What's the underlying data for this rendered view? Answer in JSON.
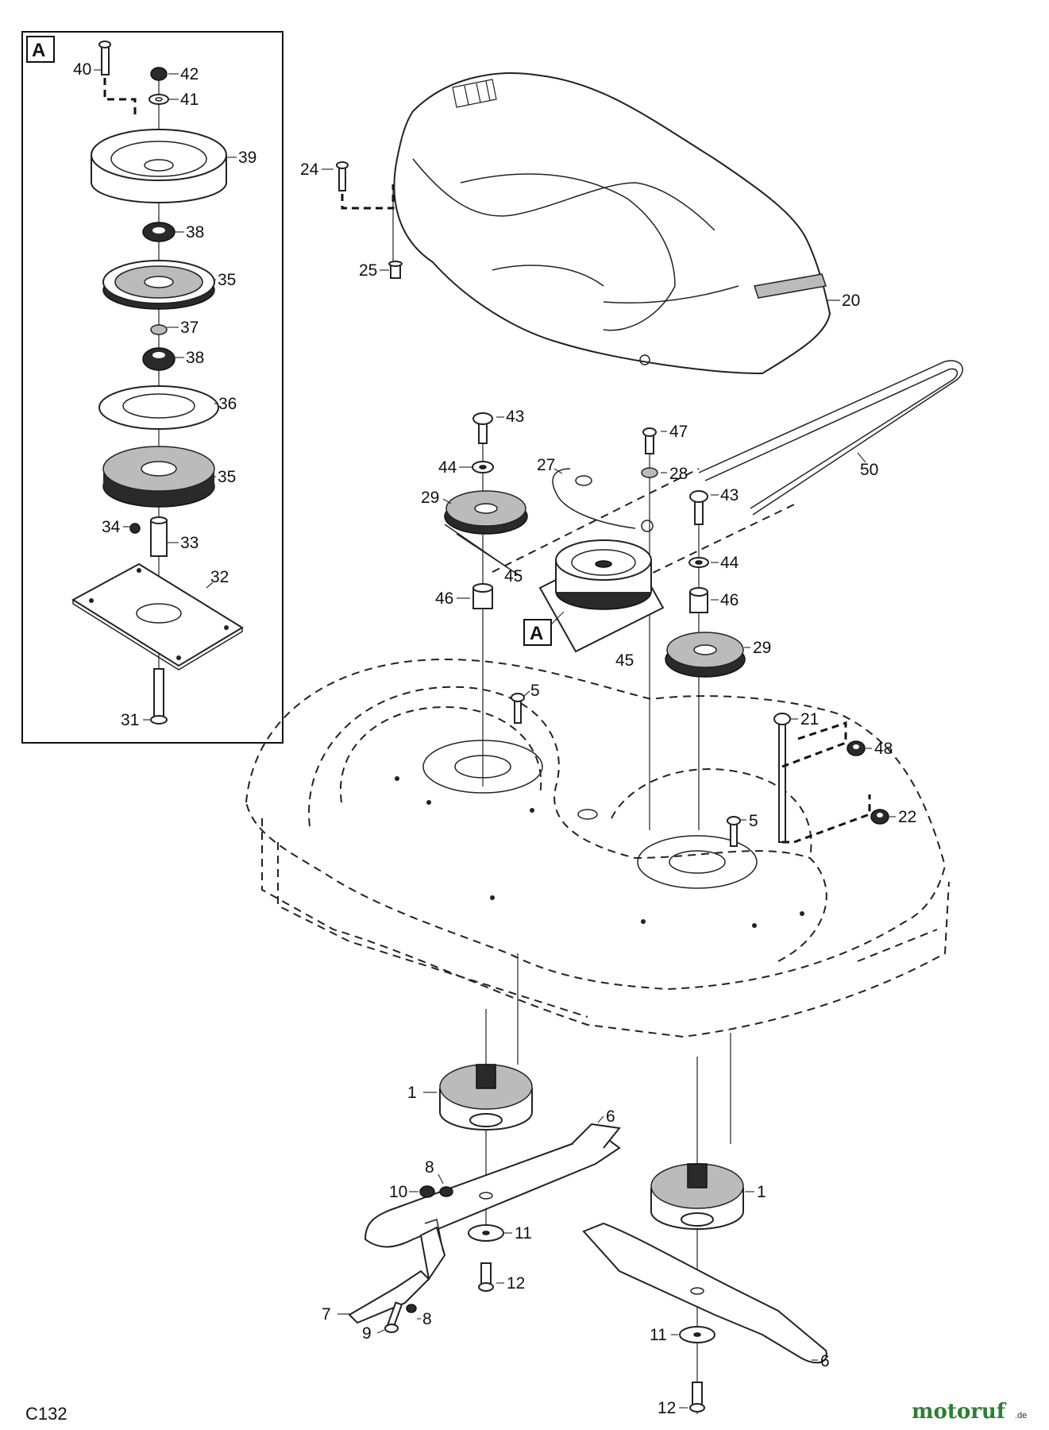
{
  "diagram": {
    "sheet_code": "C132",
    "detail_marker": "A",
    "brand": {
      "name": "motoruf",
      "suffix": ".de"
    },
    "callouts": [
      "40",
      "42",
      "41",
      "39",
      "38",
      "35",
      "37",
      "38",
      "36",
      "35",
      "34",
      "33",
      "32",
      "31",
      "24",
      "25",
      "20",
      "43",
      "47",
      "44",
      "28",
      "27",
      "29",
      "50",
      "43",
      "45",
      "44",
      "46",
      "46",
      "45",
      "29",
      "5",
      "21",
      "48",
      "5",
      "22",
      "1",
      "6",
      "8",
      "10",
      "11",
      "12",
      "7",
      "8",
      "9",
      "1",
      "11",
      "12",
      "6"
    ]
  }
}
